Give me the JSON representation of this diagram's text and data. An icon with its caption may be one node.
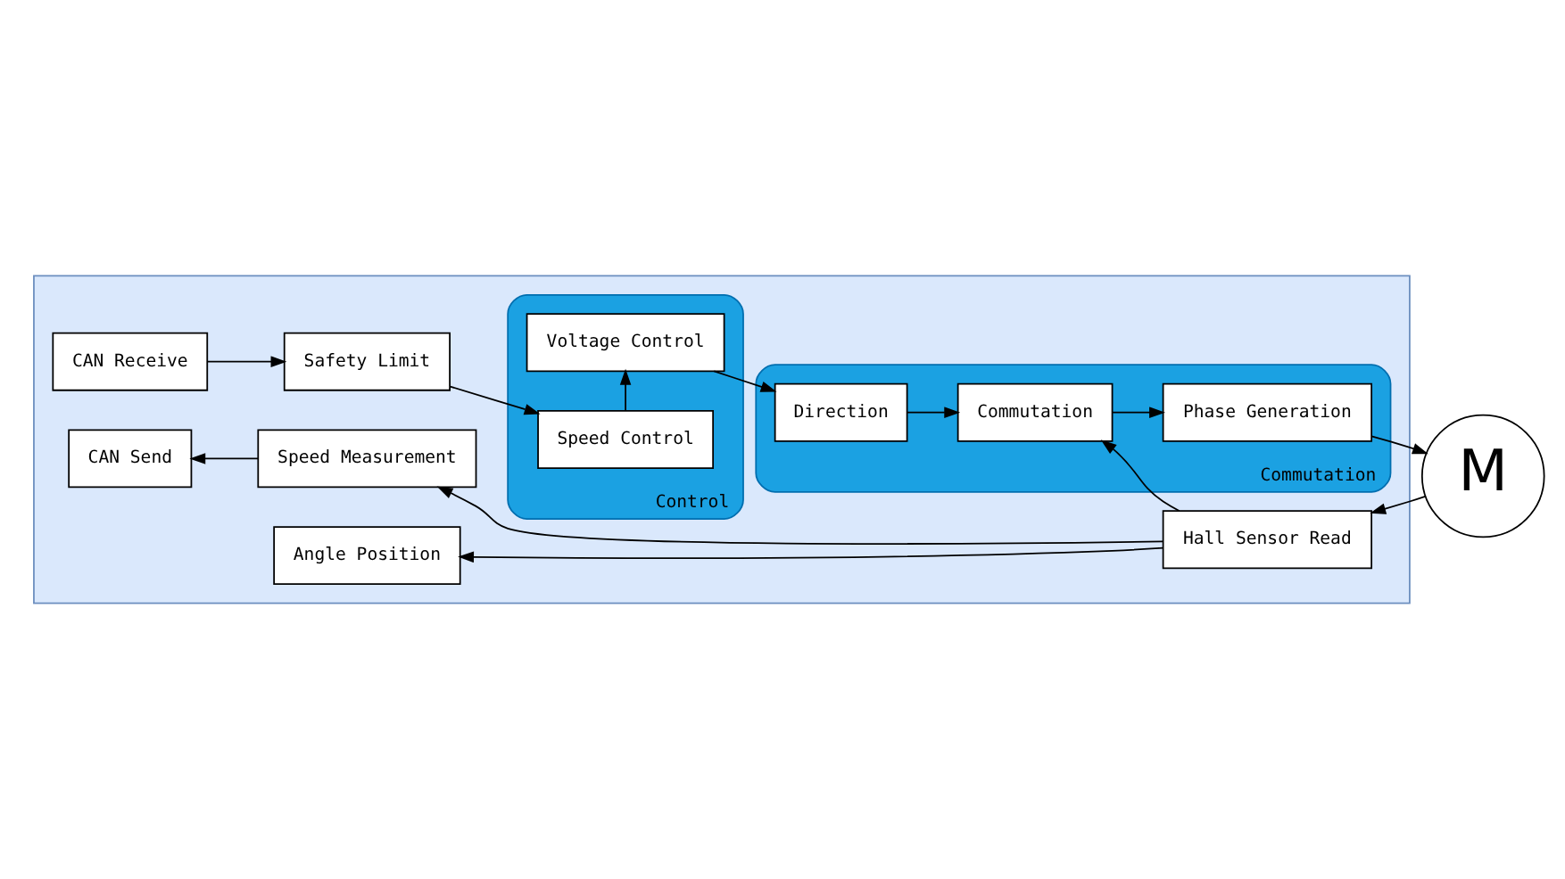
{
  "diagram": {
    "nodes": [
      {
        "text": [],
        "shape": "box"
      },
      {
        "text": [
          "CAN Receive"
        ],
        "in": 0
      },
      {
        "text": [
          "Safety Limit"
        ],
        "in": 0
      },
      {
        "text": [
          "Control"
        ],
        "in": 0
      },
      {
        "text": [
          "Speed Control"
        ],
        "in": 3
      },
      {
        "text": [
          "Voltage Control"
        ],
        "in": 3
      },
      {
        "text": [
          "Commutation"
        ],
        "in": 0
      },
      {
        "text": [
          "Commutation"
        ],
        "in": 6
      },
      {
        "text": [
          "Phase Generation"
        ],
        "in": 6
      },
      {
        "text": [
          "Direction"
        ],
        "in": 6
      },
      {
        "text": [
          "M"
        ]
      },
      {
        "text": [
          "CAN Send"
        ],
        "in": 0
      },
      {
        "text": [
          "Speed Measurement"
        ],
        "in": 0
      },
      {
        "text": [
          "Angle Position"
        ],
        "in": 0
      },
      {
        "text": [
          "Hall Sensor Read"
        ],
        "in": 0
      }
    ],
    "edges": [
      {
        "from": 1,
        "to": 2,
        "arrow": "to"
      },
      {
        "from": 2,
        "to": 4,
        "arrow": "to"
      },
      {
        "from": 4,
        "to": 5,
        "arrow": "to"
      },
      {
        "from": 5,
        "to": 9,
        "arrow": "to"
      },
      {
        "from": 9,
        "to": 7,
        "arrow": "to"
      },
      {
        "from": 7,
        "to": 8,
        "arrow": "to"
      },
      {
        "from": 8,
        "to": 10,
        "arrow": "to"
      },
      {
        "from": 10,
        "to": 14,
        "arrow": "to"
      },
      {
        "from": 14,
        "to": 7,
        "arrow": "to"
      },
      {
        "from": 14,
        "to": 12,
        "arrow": "to"
      },
      {
        "from": 14,
        "to": 13,
        "arrow": "to"
      },
      {
        "from": 12,
        "to": 11,
        "arrow": "to"
      }
    ]
  }
}
